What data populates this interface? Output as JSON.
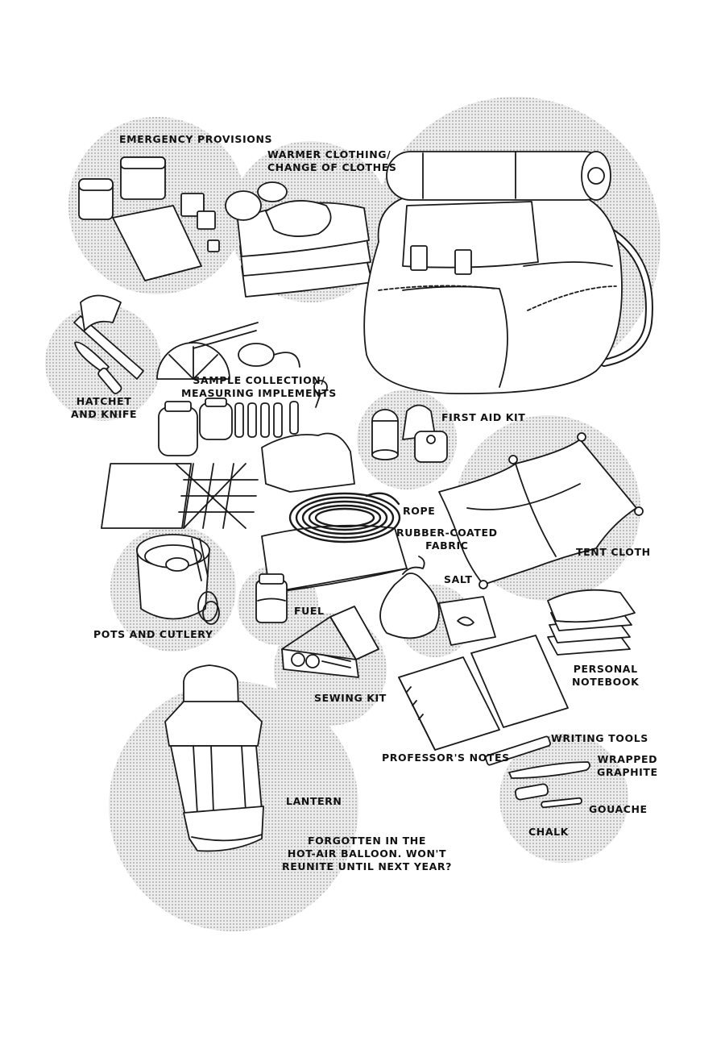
{
  "colors": {
    "ink": "#1a1a1a",
    "screentone": "#cfcfcf",
    "background": "#ffffff",
    "item_fill": "#ffffff"
  },
  "labels": {
    "emergency_provisions": "EMERGENCY PROVISIONS",
    "warmer_clothing": [
      "WARMER CLOTHING/",
      "CHANGE OF CLOTHES"
    ],
    "hatchet_knife": [
      "HATCHET",
      "AND KNIFE"
    ],
    "sample_collection": [
      "SAMPLE COLLECTION/",
      "MEASURING IMPLEMENTS"
    ],
    "first_aid_kit": "FIRST AID KIT",
    "rope": "ROPE",
    "rubber_fabric": [
      "RUBBER-COATED",
      "FABRIC"
    ],
    "tent_cloth": "TENT CLOTH",
    "salt": "SALT",
    "fuel": "FUEL",
    "pots_cutlery": "POTS AND CUTLERY",
    "sewing_kit": "SEWING KIT",
    "personal_notebook": [
      "PERSONAL",
      "NOTEBOOK"
    ],
    "writing_tools": "WRITING TOOLS",
    "wrapped_graphite": [
      "WRAPPED",
      "GRAPHITE"
    ],
    "professors_notes": "PROFESSOR'S NOTES",
    "lantern": "LANTERN",
    "gouache": "GOUACHE",
    "chalk": "CHALK",
    "lantern_note": [
      "FORGOTTEN IN THE",
      "HOT-AIR BALLOON. WON'T",
      "REUNITE UNTIL NEXT YEAR?"
    ]
  }
}
